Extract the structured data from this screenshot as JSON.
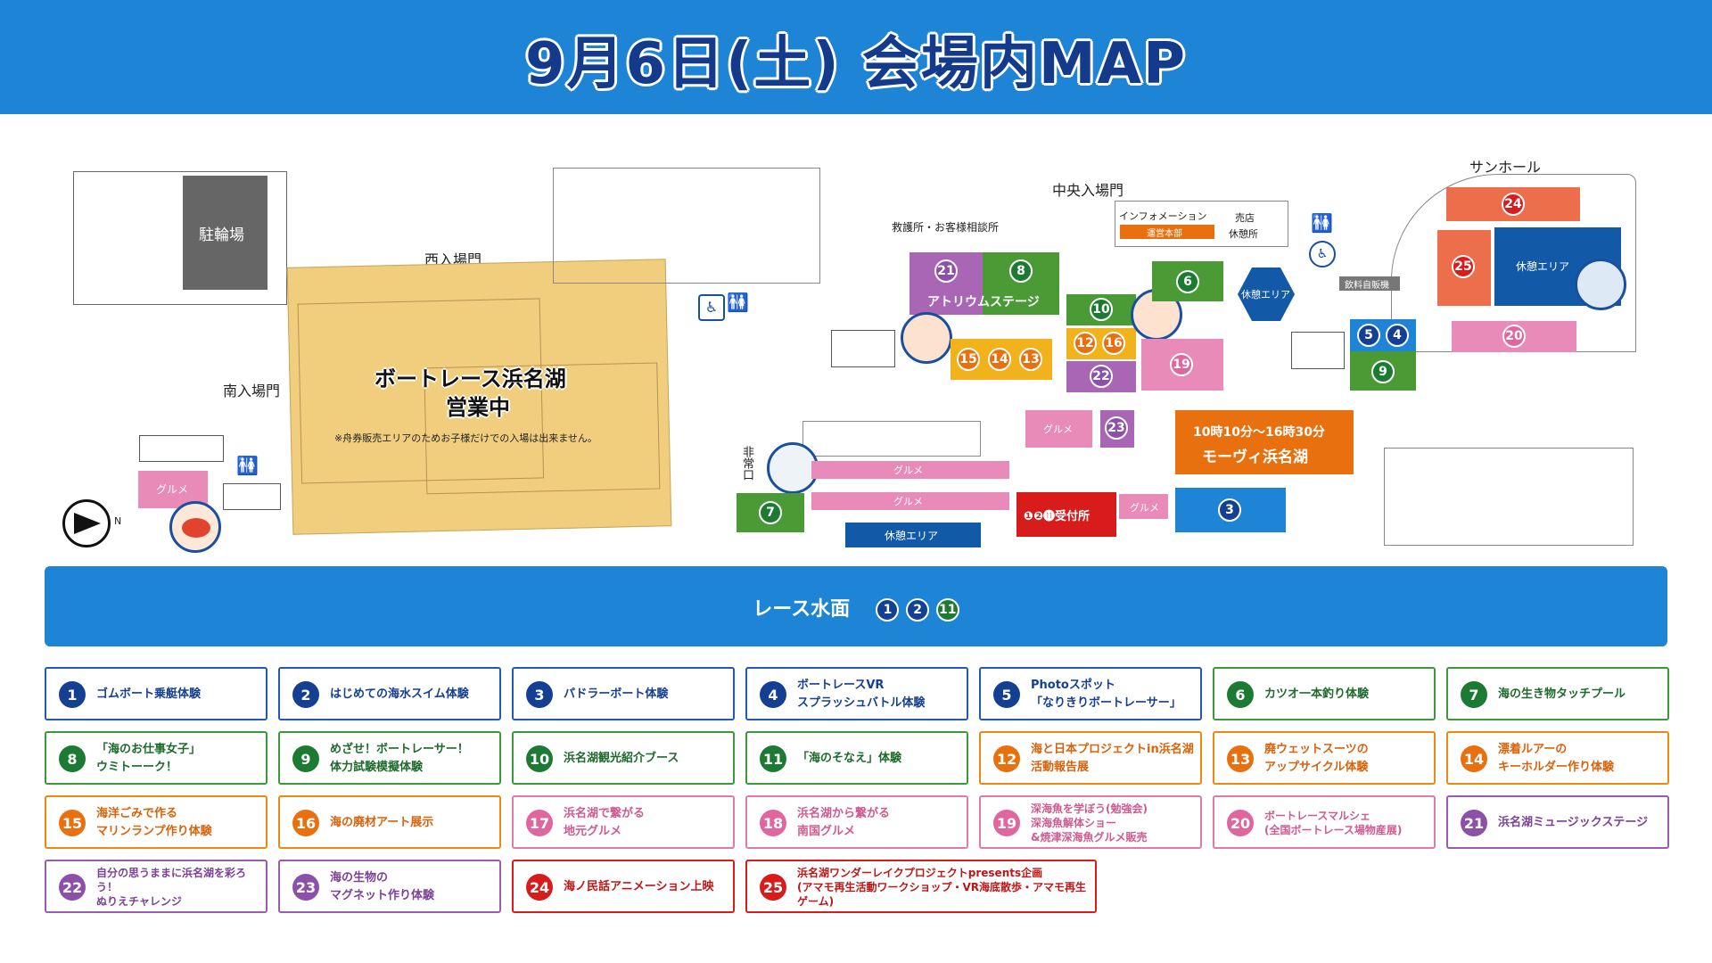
{
  "header": {
    "title": "9月6日(土) 会場内MAP"
  },
  "map": {
    "labels": {
      "bicycle_parking": "駐輪場",
      "west_gate": "西入場門",
      "south_gate": "南入場門",
      "central_gate": "中央入場門",
      "sun_hall": "サンホール",
      "first_aid": "救護所・お客様相談所",
      "information": "インフォメーション",
      "operations_hq": "運営本部",
      "shop": "売店",
      "rest_room": "休憩所",
      "vending": "飲料自販機",
      "rest_area_hex": "休憩エリア",
      "rest_area_sun": "休憩エリア",
      "rest_area_bottom": "休憩エリア",
      "atrium_stage": "アトリウムステージ",
      "emergency_exit": "非常口",
      "boatrace_main": "ボートレース浜名湖",
      "boatrace_open": "営業中",
      "boatrace_note": "※舟券販売エリアのためお子様だけでの入場は出来ません。",
      "gourmet1": "グルメ",
      "gourmet2": "グルメ",
      "gourmet3": "グルメ",
      "gourmet4": "グルメ",
      "gourmet5": "グルメ",
      "reception": "❶❷⓫受付所",
      "movi_time": "10時10分～16時30分",
      "movi_name": "モーヴィ浜名湖",
      "compass_n": "N"
    },
    "water": {
      "label": "レース水面",
      "numbers": [
        "1",
        "2",
        "11"
      ]
    }
  },
  "legend": [
    {
      "num": "1",
      "text": "ゴムボート乗艇体験",
      "color": "blue"
    },
    {
      "num": "2",
      "text": "はじめての海水スイム体験",
      "color": "blue"
    },
    {
      "num": "3",
      "text": "パドラーボート体験",
      "color": "blue"
    },
    {
      "num": "4",
      "text": "ボートレースVR\nスプラッシュバトル体験",
      "color": "blue"
    },
    {
      "num": "5",
      "text": "Photoスポット\n「なりきりボートレーサー」",
      "color": "blue"
    },
    {
      "num": "6",
      "text": "カツオ一本釣り体験",
      "color": "green"
    },
    {
      "num": "7",
      "text": "海の生き物タッチプール",
      "color": "green"
    },
    {
      "num": "8",
      "text": "「海のお仕事女子」\nウミトーーク！",
      "color": "green"
    },
    {
      "num": "9",
      "text": "めざせ！ボートレーサー！\n体力試験模擬体験",
      "color": "green"
    },
    {
      "num": "10",
      "text": "浜名湖観光紹介ブース",
      "color": "green"
    },
    {
      "num": "11",
      "text": "「海のそなえ」体験",
      "color": "green"
    },
    {
      "num": "12",
      "text": "海と日本プロジェクトin浜名湖\n活動報告展",
      "color": "orange"
    },
    {
      "num": "13",
      "text": "廃ウェットスーツの\nアップサイクル体験",
      "color": "orange"
    },
    {
      "num": "14",
      "text": "漂着ルアーの\nキーホルダー作り体験",
      "color": "orange"
    },
    {
      "num": "15",
      "text": "海洋ごみで作る\nマリンランプ作り体験",
      "color": "orange"
    },
    {
      "num": "16",
      "text": "海の廃材アート展示",
      "color": "orange"
    },
    {
      "num": "17",
      "text": "浜名湖で繋がる\n地元グルメ",
      "color": "pink"
    },
    {
      "num": "18",
      "text": "浜名湖から繋がる\n南国グルメ",
      "color": "pink"
    },
    {
      "num": "19",
      "text": "深海魚を学ぼう(勉強会)\n深海魚解体ショー\n&焼津深海魚グルメ販売",
      "color": "pink"
    },
    {
      "num": "20",
      "text": "ボートレースマルシェ\n(全国ボートレース場物産展)",
      "color": "pink"
    },
    {
      "num": "21",
      "text": "浜名湖ミュージックステージ",
      "color": "purple"
    },
    {
      "num": "22",
      "text": "自分の思うままに浜名湖を彩ろう！\nぬりえチャレンジ",
      "color": "purple"
    },
    {
      "num": "23",
      "text": "海の生物の\nマグネット作り体験",
      "color": "purple"
    },
    {
      "num": "24",
      "text": "海ノ民話アニメーション上映",
      "color": "red"
    },
    {
      "num": "25",
      "text": "浜名湖ワンダーレイクプロジェクトpresents企画\n(アマモ再生活動ワークショップ・VR海底散歩・アマモ再生ゲーム)",
      "color": "red"
    }
  ]
}
